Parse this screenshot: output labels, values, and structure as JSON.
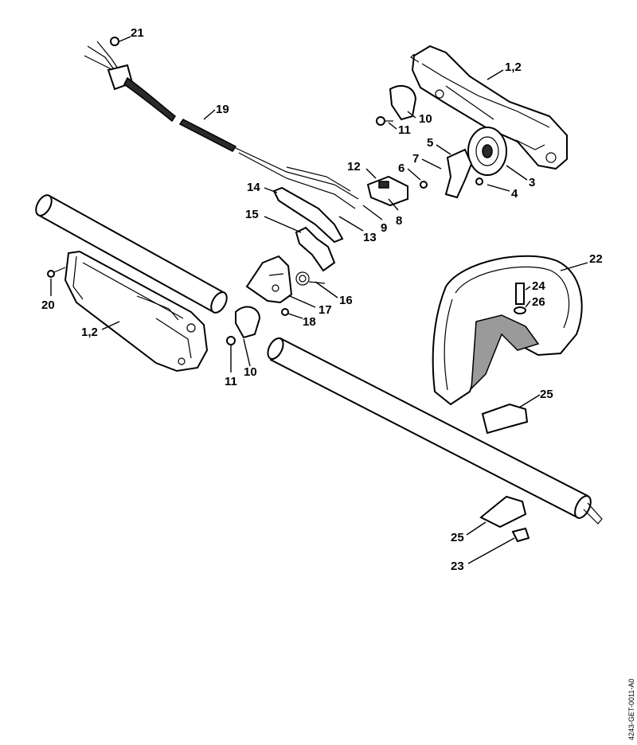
{
  "labels": {
    "l21": "21",
    "l19": "19",
    "l12a": "1,2",
    "l10a": "10",
    "l11a": "11",
    "l5": "5",
    "l7": "7",
    "l6": "6",
    "l12": "12",
    "l3": "3",
    "l4": "4",
    "l14": "14",
    "l8": "8",
    "l9": "9",
    "l13": "13",
    "l15": "15",
    "l22": "22",
    "l24": "24",
    "l26": "26",
    "l20": "20",
    "l16": "16",
    "l17": "17",
    "l18": "18",
    "l12b": "1,2",
    "l10b": "10",
    "l11b": "11",
    "l25a": "25",
    "l25b": "25",
    "l23": "23"
  },
  "drawing_code": "4243-GET-0011-A0"
}
